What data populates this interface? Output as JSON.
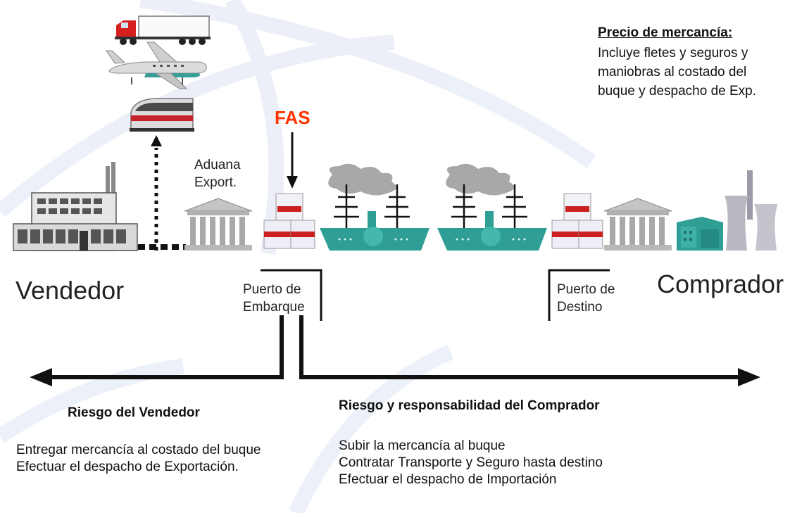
{
  "price_note": {
    "title": "Precio de mercancía:",
    "lines": [
      "Incluye fletes y seguros y",
      "maniobras  al costado del",
      "buque y despacho de Exp."
    ]
  },
  "fas_label": "FAS",
  "customs_export": {
    "line1": "Aduana",
    "line2": "Export."
  },
  "seller": "Vendedor",
  "buyer": "Comprador",
  "port_origin": {
    "line1": "Puerto de",
    "line2": "Embarque"
  },
  "port_destination": {
    "line1": "Puerto de",
    "line2": "Destino"
  },
  "seller_risk": {
    "title": "Riesgo del Vendedor",
    "lines": [
      "Entregar  mercancía al costado del buque",
      "Efectuar  el  despacho  de   Exportación."
    ]
  },
  "buyer_risk": {
    "title": "Riesgo y responsabilidad del Comprador",
    "lines": [
      "Subir la mercancía al buque",
      "Contratar Transporte y Seguro hasta destino",
      "Efectuar el despacho de Importación"
    ]
  },
  "colors": {
    "fas": "#ff3300",
    "ship_hull": "#2f9e94",
    "crate_band": "#cc1f1f",
    "smoke": "#a8a8a8",
    "building": "#b8b8b8"
  },
  "icons": [
    "truck-icon",
    "airplane-icon",
    "train-icon",
    "factory-icon",
    "customs-building-icon",
    "cargo-crates-icon",
    "cargo-ship-icon",
    "power-plant-icon"
  ]
}
